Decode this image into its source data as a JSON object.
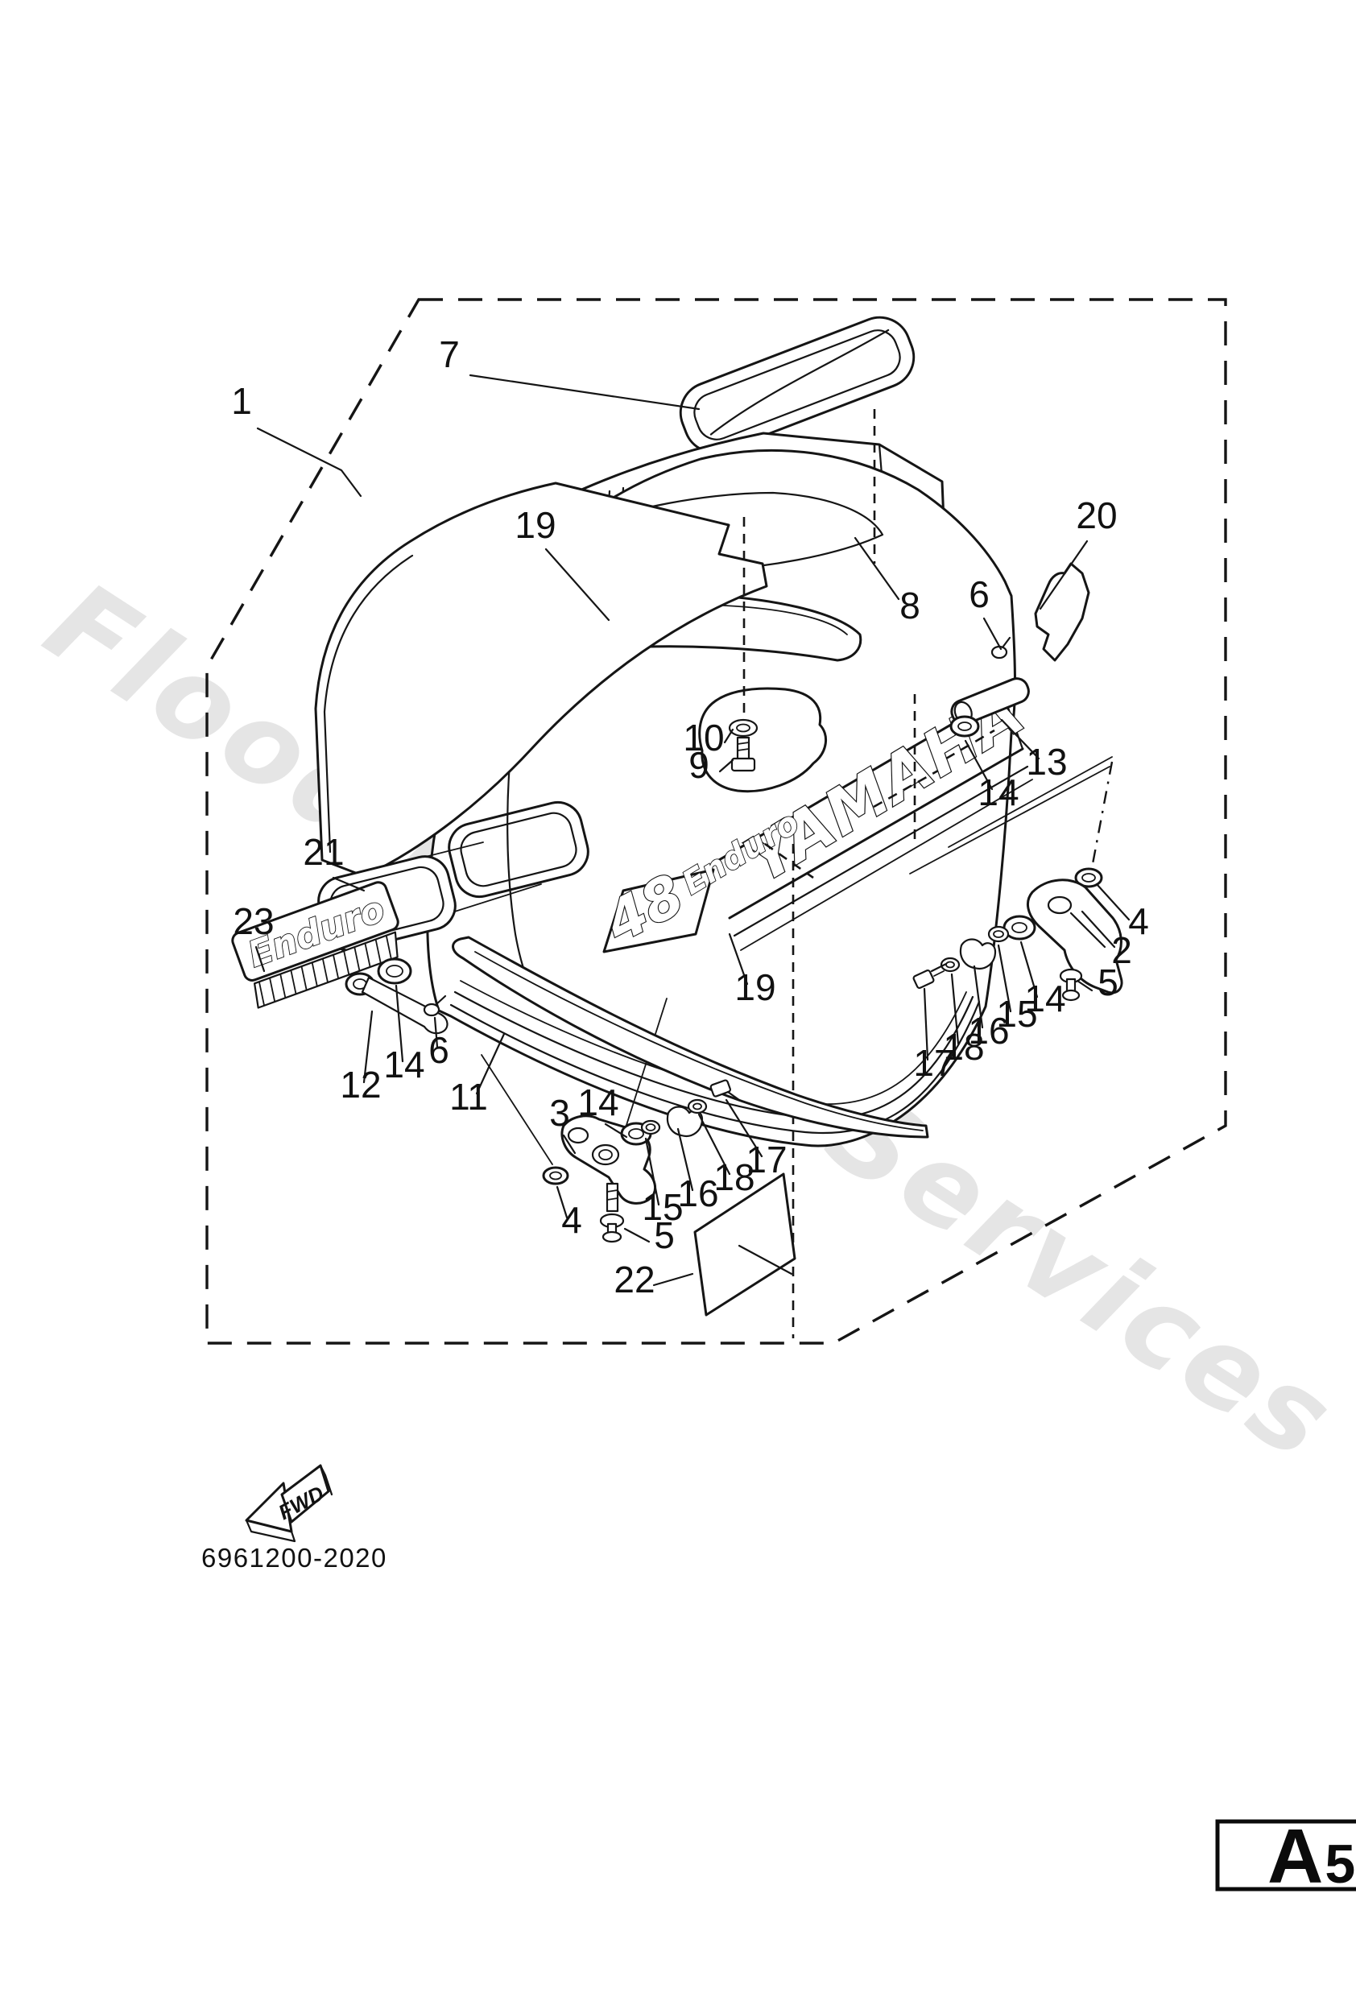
{
  "document": {
    "type": "exploded-parts-diagram",
    "ink_color": "#151515",
    "background_color": "#ffffff",
    "watermark": {
      "text": "Flood Marine Services",
      "color": "#e5e5e5"
    },
    "footer": {
      "drawing_number": "6961200-2020",
      "direction_label": "FWD",
      "page_code_letter": "A",
      "page_code_number": "5"
    },
    "artwork": {
      "brand_logo": "YAMAHA",
      "model_label": "Enduro",
      "hp_label": "48",
      "emblem_text": "Enduro"
    },
    "part_labels": [
      {
        "text": "1"
      },
      {
        "text": "7"
      },
      {
        "text": "19"
      },
      {
        "text": "20"
      },
      {
        "text": "8"
      },
      {
        "text": "6"
      },
      {
        "text": "10"
      },
      {
        "text": "9"
      },
      {
        "text": "13"
      },
      {
        "text": "14"
      },
      {
        "text": "21"
      },
      {
        "text": "23"
      },
      {
        "text": "4"
      },
      {
        "text": "2"
      },
      {
        "text": "19"
      },
      {
        "text": "5"
      },
      {
        "text": "14"
      },
      {
        "text": "15"
      },
      {
        "text": "16"
      },
      {
        "text": "18"
      },
      {
        "text": "17"
      },
      {
        "text": "12"
      },
      {
        "text": "14"
      },
      {
        "text": "6"
      },
      {
        "text": "11"
      },
      {
        "text": "3"
      },
      {
        "text": "14"
      },
      {
        "text": "4"
      },
      {
        "text": "15"
      },
      {
        "text": "16"
      },
      {
        "text": "18"
      },
      {
        "text": "17"
      },
      {
        "text": "5"
      },
      {
        "text": "22"
      }
    ]
  }
}
